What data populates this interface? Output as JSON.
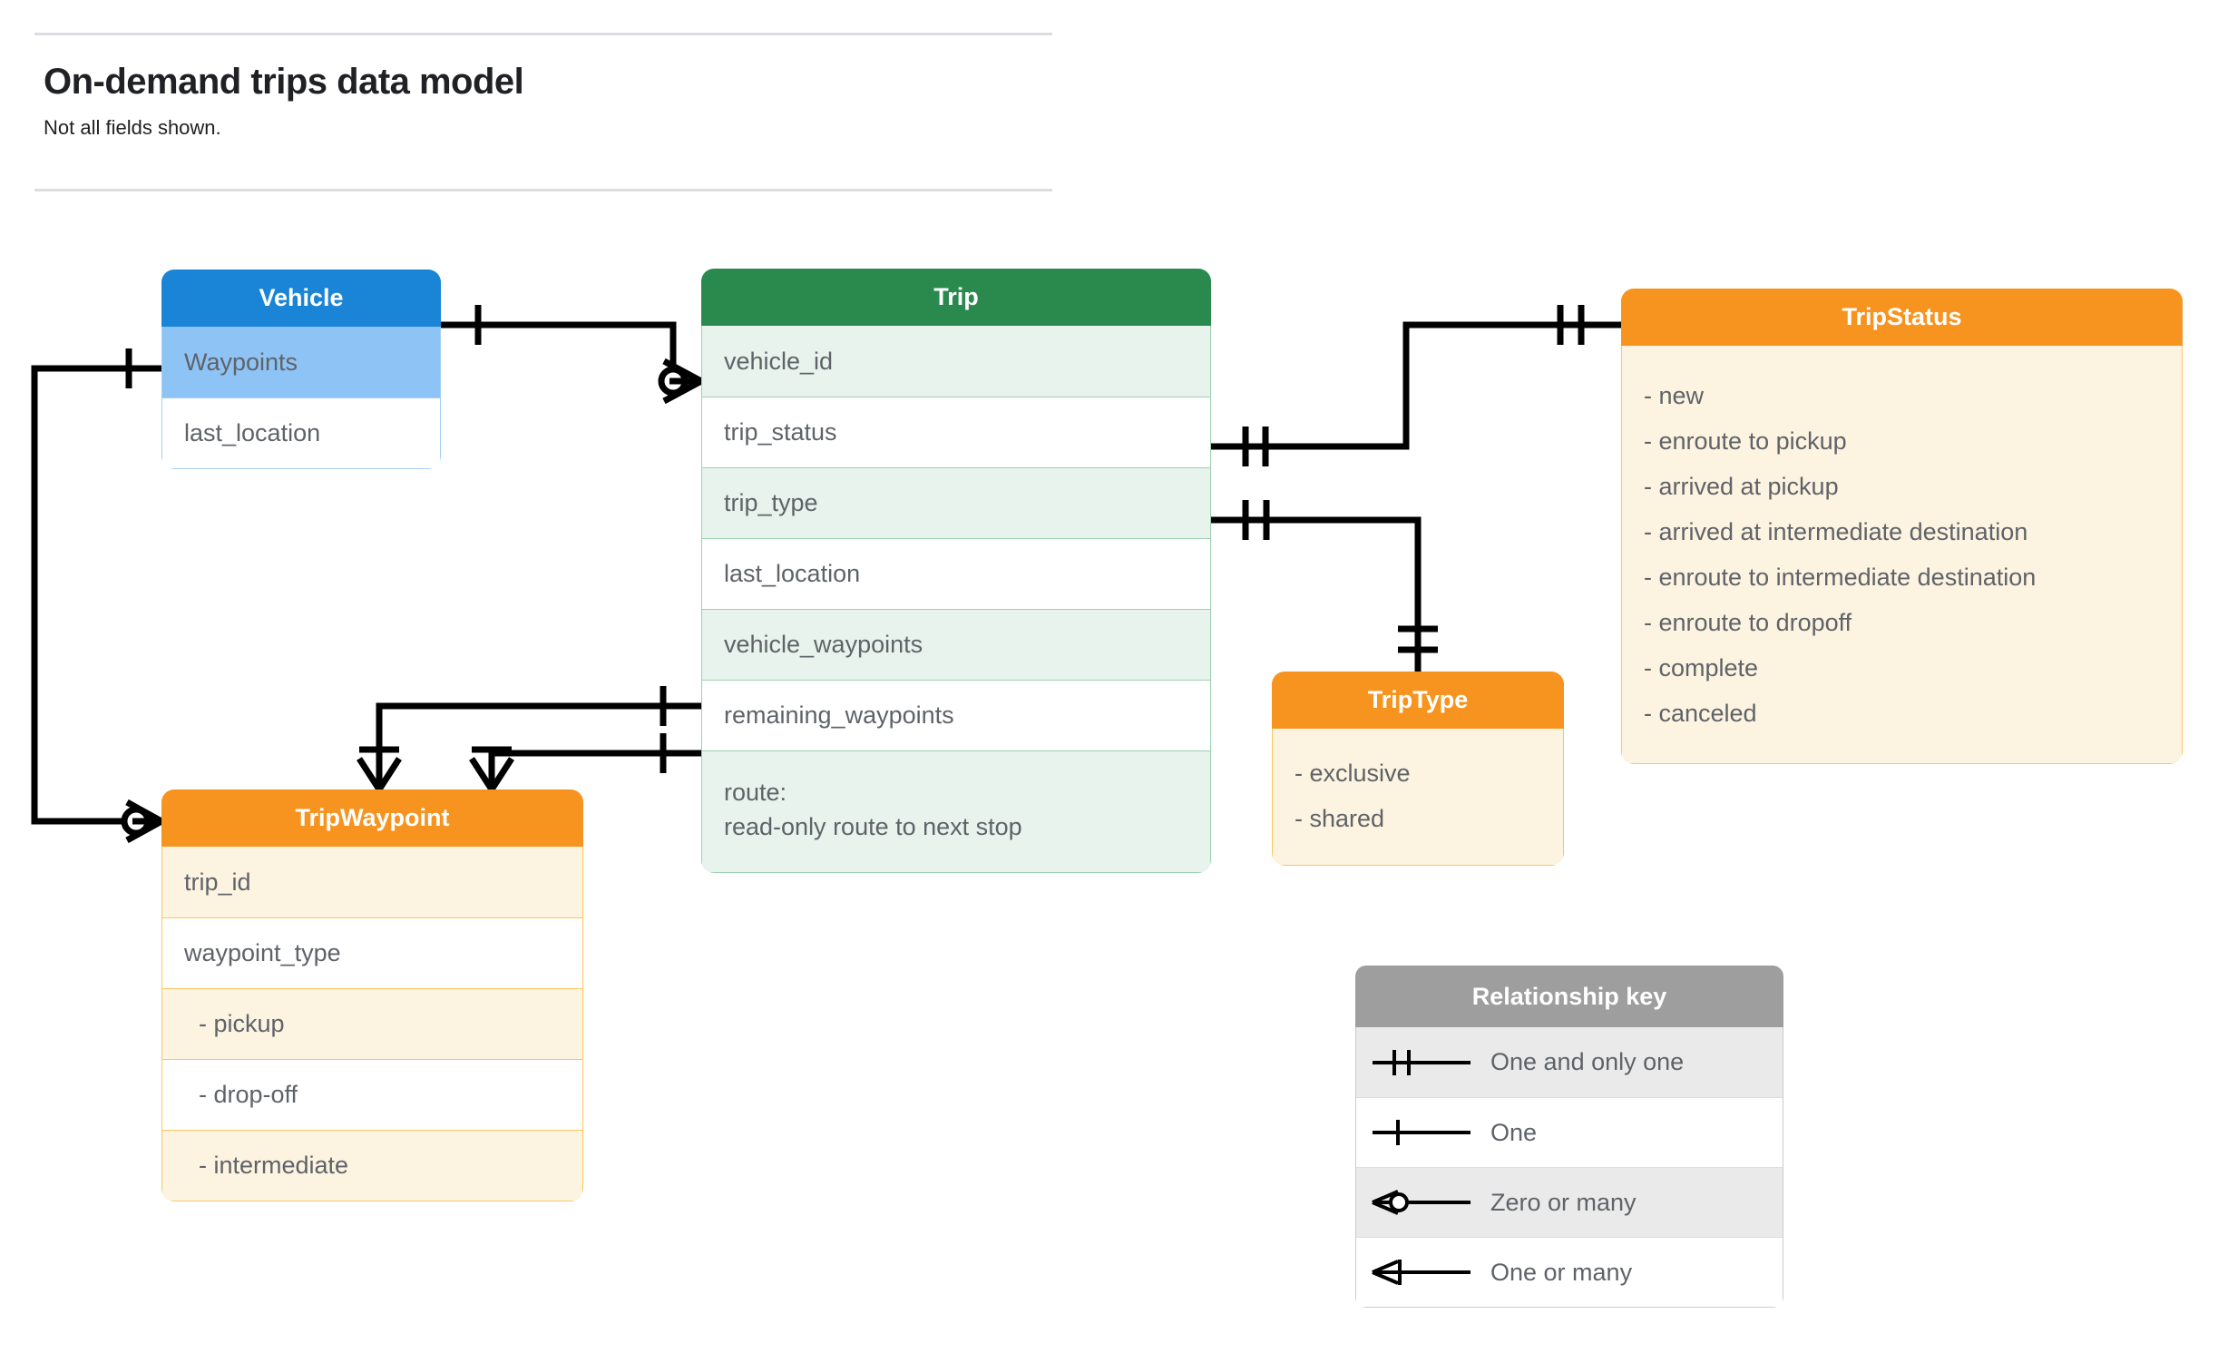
{
  "header": {
    "title": "On-demand trips data model",
    "subtitle": "Not all fields shown."
  },
  "entities": {
    "vehicle": {
      "name": "Vehicle",
      "header_color": "#1a85d6",
      "fields": [
        {
          "label": "Waypoints"
        },
        {
          "label": "last_location"
        }
      ]
    },
    "trip": {
      "name": "Trip",
      "header_color": "#2a8a4e",
      "fields": [
        {
          "label": "vehicle_id"
        },
        {
          "label": "trip_status"
        },
        {
          "label": "trip_type"
        },
        {
          "label": "last_location"
        },
        {
          "label": "vehicle_waypoints"
        },
        {
          "label": "remaining_waypoints"
        }
      ],
      "route_line1": "route:",
      "route_line2": "read-only route to next stop"
    },
    "trip_status": {
      "name": "TripStatus",
      "header_color": "#f79420",
      "values": [
        "- new",
        "- enroute to pickup",
        "- arrived at pickup",
        "- arrived at intermediate destination",
        "- enroute to intermediate destination",
        "- enroute to dropoff",
        "- complete",
        "- canceled"
      ]
    },
    "trip_type": {
      "name": "TripType",
      "header_color": "#f79420",
      "values": [
        "- exclusive",
        "- shared"
      ]
    },
    "trip_waypoint": {
      "name": "TripWaypoint",
      "header_color": "#f79420",
      "fields": [
        {
          "label": "trip_id"
        },
        {
          "label": "waypoint_type"
        },
        {
          "label": "-  pickup"
        },
        {
          "label": "-  drop-off"
        },
        {
          "label": "-  intermediate"
        }
      ]
    }
  },
  "relationship_key": {
    "title": "Relationship key",
    "rows": [
      {
        "symbol": "one-and-only-one-icon",
        "label": "One and only one"
      },
      {
        "symbol": "one-icon",
        "label": "One"
      },
      {
        "symbol": "zero-or-many-icon",
        "label": "Zero or many"
      },
      {
        "symbol": "one-or-many-icon",
        "label": "One or many"
      }
    ]
  },
  "relationships": [
    {
      "from": "Vehicle",
      "to": "Trip.vehicle_id",
      "from_card": "One",
      "to_card": "Zero or many"
    },
    {
      "from": "Vehicle.Waypoints",
      "to": "TripWaypoint",
      "from_card": "One",
      "to_card": "Zero or many"
    },
    {
      "from": "Trip.trip_status",
      "to": "TripStatus",
      "from_card": "One and only one",
      "to_card": "One and only one"
    },
    {
      "from": "Trip.trip_type",
      "to": "TripType",
      "from_card": "One and only one",
      "to_card": "One and only one"
    },
    {
      "from": "Trip.vehicle_waypoints",
      "to": "TripWaypoint",
      "from_card": "One",
      "to_card": "One or many"
    },
    {
      "from": "Trip.remaining_waypoints",
      "to": "TripWaypoint",
      "from_card": "One",
      "to_card": "One or many"
    }
  ],
  "colors": {
    "blue": "#1a85d6",
    "blue_light": "#8ec3f5",
    "green": "#2a8a4e",
    "green_light": "#e7f3ec",
    "orange": "#f79420",
    "orange_light": "#fdf3e1",
    "gray": "#9e9e9e",
    "text": "#5f6368"
  }
}
